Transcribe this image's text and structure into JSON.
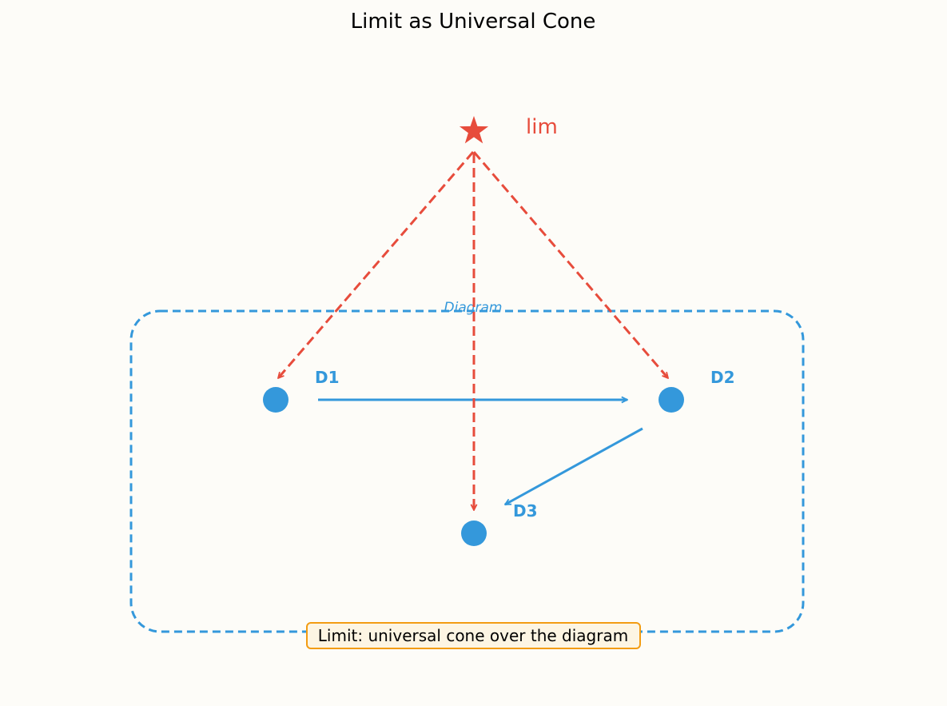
{
  "title": "Limit as Universal Cone",
  "colors": {
    "diagram": "#3498db",
    "cone": "#e74c3c",
    "caption_border": "#f39c12",
    "caption_fill": "#fdf5e3"
  },
  "apex": {
    "label": "lim",
    "icon": "star-icon"
  },
  "region": {
    "label": "Diagram"
  },
  "nodes": [
    {
      "id": "D1",
      "label": "D1"
    },
    {
      "id": "D2",
      "label": "D2"
    },
    {
      "id": "D3",
      "label": "D3"
    }
  ],
  "diagram_arrows": [
    {
      "from": "D1",
      "to": "D2"
    },
    {
      "from": "D2",
      "to": "D3"
    }
  ],
  "cone_arrows": [
    {
      "from": "lim",
      "to": "D1"
    },
    {
      "from": "lim",
      "to": "D2"
    },
    {
      "from": "lim",
      "to": "D3"
    }
  ],
  "caption": "Limit: universal cone over the diagram"
}
